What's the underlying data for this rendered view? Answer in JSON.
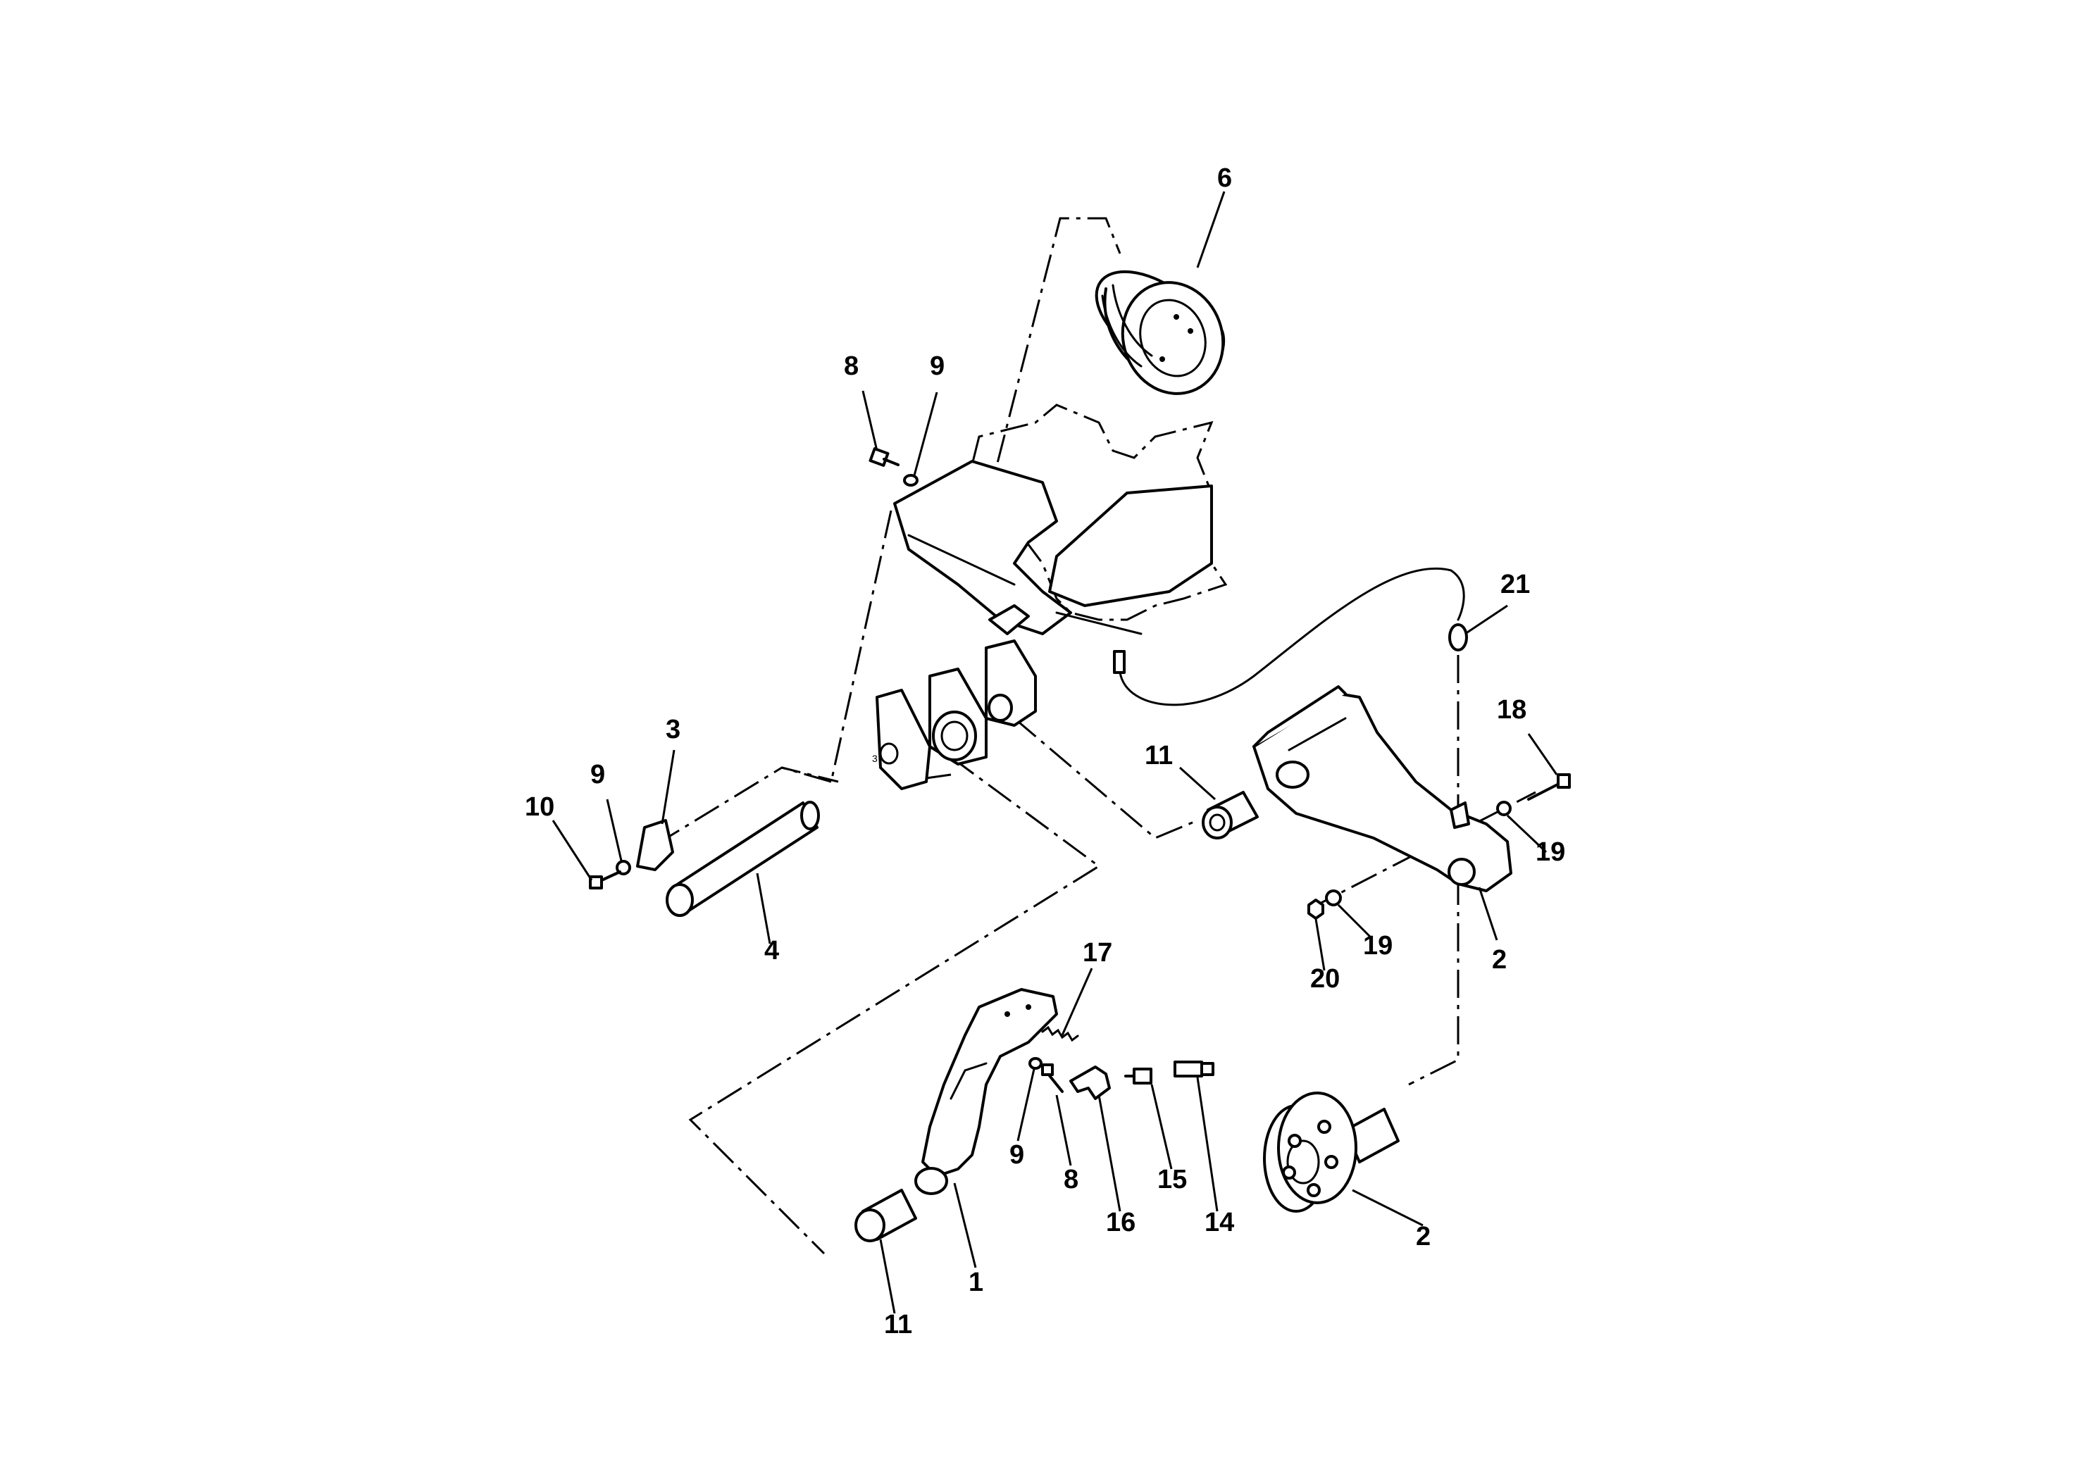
{
  "diagram": {
    "callouts": [
      {
        "id": "c6",
        "label": "6"
      },
      {
        "id": "c8a",
        "label": "8"
      },
      {
        "id": "c9a",
        "label": "9"
      },
      {
        "id": "c21",
        "label": "21"
      },
      {
        "id": "c18",
        "label": "18"
      },
      {
        "id": "c11a",
        "label": "11"
      },
      {
        "id": "c3",
        "label": "3"
      },
      {
        "id": "c9b",
        "label": "9"
      },
      {
        "id": "c10",
        "label": "10"
      },
      {
        "id": "c19a",
        "label": "19"
      },
      {
        "id": "c4",
        "label": "4"
      },
      {
        "id": "c19b",
        "label": "19"
      },
      {
        "id": "c2a",
        "label": "2"
      },
      {
        "id": "c20",
        "label": "20"
      },
      {
        "id": "c17",
        "label": "17"
      },
      {
        "id": "c9c",
        "label": "9"
      },
      {
        "id": "c8b",
        "label": "8"
      },
      {
        "id": "c15",
        "label": "15"
      },
      {
        "id": "c16",
        "label": "16"
      },
      {
        "id": "c14",
        "label": "14"
      },
      {
        "id": "c2b",
        "label": "2"
      },
      {
        "id": "c1",
        "label": "1"
      },
      {
        "id": "c11b",
        "label": "11"
      }
    ]
  }
}
